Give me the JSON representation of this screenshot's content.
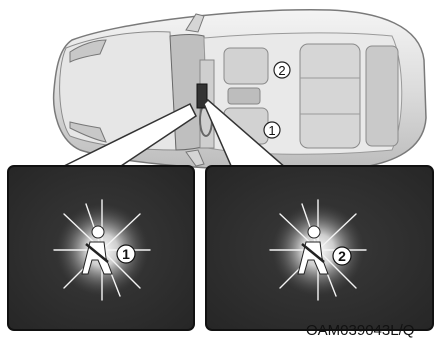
{
  "figure": {
    "code": "OAM039043L/Q",
    "car_markers": [
      "1",
      "2"
    ],
    "panels": [
      {
        "name": "driver-seatbelt-warning",
        "number": "1",
        "icon": "seatbelt-warning-icon"
      },
      {
        "name": "passenger-seatbelt-warning",
        "number": "2",
        "icon": "seatbelt-warning-icon"
      }
    ]
  }
}
